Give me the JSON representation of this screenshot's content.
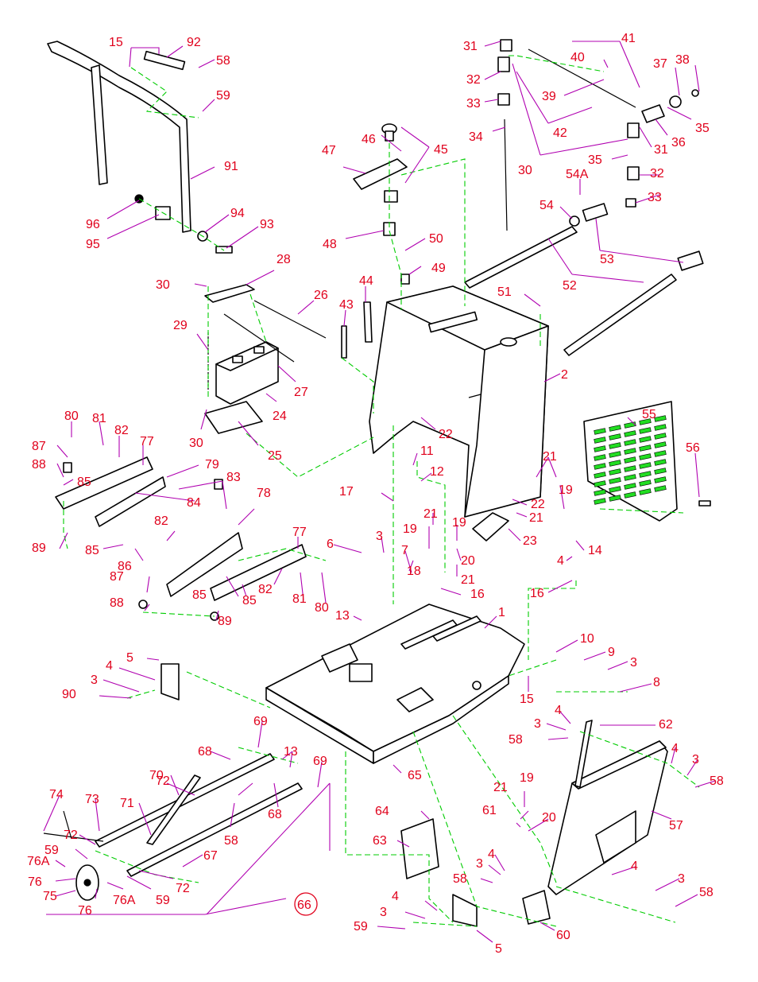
{
  "colors": {
    "callout_text": "#e0001b",
    "leader_line": "#b000b0",
    "assembly_line": "#00cc00",
    "vent_fill": "#22dd22",
    "line_art": "#000000",
    "background": "#ffffff"
  },
  "callouts": [
    {
      "id": "c15a",
      "text": "15"
    },
    {
      "id": "c92",
      "text": "92"
    },
    {
      "id": "c58a",
      "text": "58"
    },
    {
      "id": "c59a",
      "text": "59"
    },
    {
      "id": "c91",
      "text": "91"
    },
    {
      "id": "c96",
      "text": "96"
    },
    {
      "id": "c95",
      "text": "95"
    },
    {
      "id": "c94",
      "text": "94"
    },
    {
      "id": "c93",
      "text": "93"
    },
    {
      "id": "c31a",
      "text": "31"
    },
    {
      "id": "c41",
      "text": "41"
    },
    {
      "id": "c40",
      "text": "40"
    },
    {
      "id": "c37",
      "text": "37"
    },
    {
      "id": "c38",
      "text": "38"
    },
    {
      "id": "c32a",
      "text": "32"
    },
    {
      "id": "c33a",
      "text": "33"
    },
    {
      "id": "c39",
      "text": "39"
    },
    {
      "id": "c35a",
      "text": "35"
    },
    {
      "id": "c34",
      "text": "34"
    },
    {
      "id": "c42",
      "text": "42"
    },
    {
      "id": "c36",
      "text": "36"
    },
    {
      "id": "c31b",
      "text": "31"
    },
    {
      "id": "c30a",
      "text": "30"
    },
    {
      "id": "c35b",
      "text": "35"
    },
    {
      "id": "c32b",
      "text": "32"
    },
    {
      "id": "c54A",
      "text": "54A"
    },
    {
      "id": "c33b",
      "text": "33"
    },
    {
      "id": "c54",
      "text": "54"
    },
    {
      "id": "c53",
      "text": "53"
    },
    {
      "id": "c46",
      "text": "46"
    },
    {
      "id": "c45",
      "text": "45"
    },
    {
      "id": "c47",
      "text": "47"
    },
    {
      "id": "c48",
      "text": "48"
    },
    {
      "id": "c50",
      "text": "50"
    },
    {
      "id": "c49",
      "text": "49"
    },
    {
      "id": "c52",
      "text": "52"
    },
    {
      "id": "c51",
      "text": "51"
    },
    {
      "id": "c44",
      "text": "44"
    },
    {
      "id": "c43",
      "text": "43"
    },
    {
      "id": "c28",
      "text": "28"
    },
    {
      "id": "c30b",
      "text": "30"
    },
    {
      "id": "c26",
      "text": "26"
    },
    {
      "id": "c29",
      "text": "29"
    },
    {
      "id": "c27",
      "text": "27"
    },
    {
      "id": "c24",
      "text": "24"
    },
    {
      "id": "c2",
      "text": "2"
    },
    {
      "id": "c30c",
      "text": "30"
    },
    {
      "id": "c22a",
      "text": "22"
    },
    {
      "id": "c25",
      "text": "25"
    },
    {
      "id": "c55",
      "text": "55"
    },
    {
      "id": "c56",
      "text": "56"
    },
    {
      "id": "c80a",
      "text": "80"
    },
    {
      "id": "c81a",
      "text": "81"
    },
    {
      "id": "c82a",
      "text": "82"
    },
    {
      "id": "c87a",
      "text": "87"
    },
    {
      "id": "c77a",
      "text": "77"
    },
    {
      "id": "c88a",
      "text": "88"
    },
    {
      "id": "c85a",
      "text": "85"
    },
    {
      "id": "c79",
      "text": "79"
    },
    {
      "id": "c83",
      "text": "83"
    },
    {
      "id": "c84",
      "text": "84"
    },
    {
      "id": "c89a",
      "text": "89"
    },
    {
      "id": "c85b",
      "text": "85"
    },
    {
      "id": "c86",
      "text": "86"
    },
    {
      "id": "c82b",
      "text": "82"
    },
    {
      "id": "c78",
      "text": "78"
    },
    {
      "id": "c77b",
      "text": "77"
    },
    {
      "id": "c11",
      "text": "11"
    },
    {
      "id": "c12",
      "text": "12"
    },
    {
      "id": "c17",
      "text": "17"
    },
    {
      "id": "c21a",
      "text": "21"
    },
    {
      "id": "c19a",
      "text": "19"
    },
    {
      "id": "c22b",
      "text": "22"
    },
    {
      "id": "c21b",
      "text": "21"
    },
    {
      "id": "c23",
      "text": "23"
    },
    {
      "id": "c21c",
      "text": "21"
    },
    {
      "id": "c19b",
      "text": "19"
    },
    {
      "id": "c19c",
      "text": "19"
    },
    {
      "id": "c20a",
      "text": "20"
    },
    {
      "id": "c21d",
      "text": "21"
    },
    {
      "id": "c6",
      "text": "6"
    },
    {
      "id": "c3a",
      "text": "3"
    },
    {
      "id": "c7",
      "text": "7"
    },
    {
      "id": "c18",
      "text": "18"
    },
    {
      "id": "c87b",
      "text": "87"
    },
    {
      "id": "c88b",
      "text": "88"
    },
    {
      "id": "c85c",
      "text": "85"
    },
    {
      "id": "c89b",
      "text": "89"
    },
    {
      "id": "c85d",
      "text": "85"
    },
    {
      "id": "c82c",
      "text": "82"
    },
    {
      "id": "c81b",
      "text": "81"
    },
    {
      "id": "c80b",
      "text": "80"
    },
    {
      "id": "c14",
      "text": "14"
    },
    {
      "id": "c4a",
      "text": "4"
    },
    {
      "id": "c16a",
      "text": "16"
    },
    {
      "id": "c16b",
      "text": "16"
    },
    {
      "id": "c13a",
      "text": "13"
    },
    {
      "id": "c1",
      "text": "1"
    },
    {
      "id": "c5a",
      "text": "5"
    },
    {
      "id": "c4b",
      "text": "4"
    },
    {
      "id": "c3b",
      "text": "3"
    },
    {
      "id": "c90",
      "text": "90"
    },
    {
      "id": "c10",
      "text": "10"
    },
    {
      "id": "c9",
      "text": "9"
    },
    {
      "id": "c3c",
      "text": "3"
    },
    {
      "id": "c8",
      "text": "8"
    },
    {
      "id": "c15b",
      "text": "15"
    },
    {
      "id": "c4c",
      "text": "4"
    },
    {
      "id": "c3d",
      "text": "3"
    },
    {
      "id": "c58b",
      "text": "58"
    },
    {
      "id": "c62",
      "text": "62"
    },
    {
      "id": "c69a",
      "text": "69"
    },
    {
      "id": "c13b",
      "text": "13"
    },
    {
      "id": "c69b",
      "text": "69"
    },
    {
      "id": "c68a",
      "text": "68"
    },
    {
      "id": "c70",
      "text": "70"
    },
    {
      "id": "c65",
      "text": "65"
    },
    {
      "id": "c4d",
      "text": "4"
    },
    {
      "id": "c3e",
      "text": "3"
    },
    {
      "id": "c58c",
      "text": "58"
    },
    {
      "id": "c74",
      "text": "74"
    },
    {
      "id": "c73",
      "text": "73"
    },
    {
      "id": "c72a",
      "text": "72"
    },
    {
      "id": "c71",
      "text": "71"
    },
    {
      "id": "c58d",
      "text": "58"
    },
    {
      "id": "c68b",
      "text": "68"
    },
    {
      "id": "c19d",
      "text": "19"
    },
    {
      "id": "c21e",
      "text": "21"
    },
    {
      "id": "c20b",
      "text": "20"
    },
    {
      "id": "c57",
      "text": "57"
    },
    {
      "id": "c64",
      "text": "64"
    },
    {
      "id": "c61",
      "text": "61"
    },
    {
      "id": "c63",
      "text": "63"
    },
    {
      "id": "c72b",
      "text": "72"
    },
    {
      "id": "c59b",
      "text": "59"
    },
    {
      "id": "c76Aa",
      "text": "76A"
    },
    {
      "id": "c76a",
      "text": "76"
    },
    {
      "id": "c75",
      "text": "75"
    },
    {
      "id": "c67",
      "text": "67"
    },
    {
      "id": "c76Ab",
      "text": "76A"
    },
    {
      "id": "c59c",
      "text": "59"
    },
    {
      "id": "c72c",
      "text": "72"
    },
    {
      "id": "c76b",
      "text": "76"
    },
    {
      "id": "c3f",
      "text": "3"
    },
    {
      "id": "c4e",
      "text": "4"
    },
    {
      "id": "c58e",
      "text": "58"
    },
    {
      "id": "c4f",
      "text": "4"
    },
    {
      "id": "c3g",
      "text": "3"
    },
    {
      "id": "c58f",
      "text": "58"
    },
    {
      "id": "c66",
      "text": "66"
    },
    {
      "id": "c4g",
      "text": "4"
    },
    {
      "id": "c3h",
      "text": "3"
    },
    {
      "id": "c59d",
      "text": "59"
    },
    {
      "id": "c5b",
      "text": "5"
    },
    {
      "id": "c60",
      "text": "60"
    }
  ]
}
